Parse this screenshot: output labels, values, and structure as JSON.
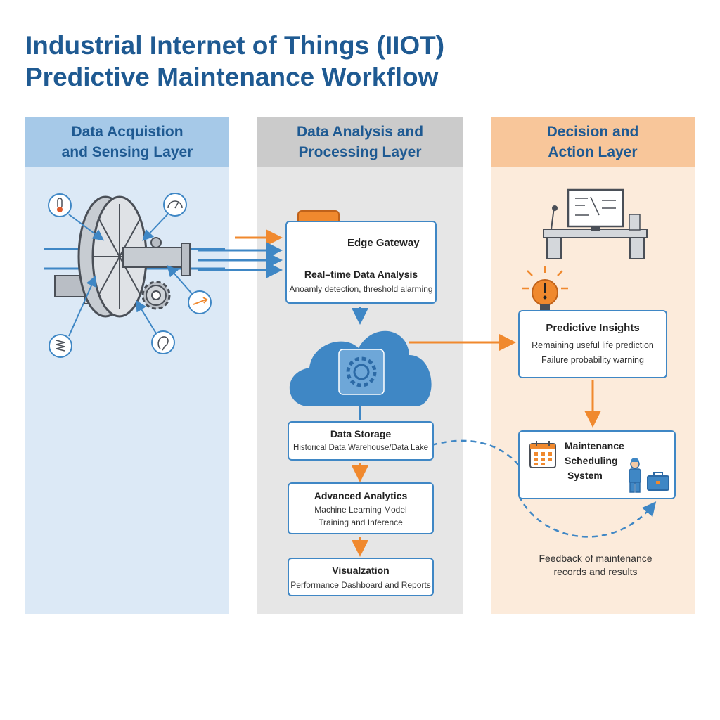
{
  "title": {
    "line1": "Industrial Internet of Things (IIOT)",
    "line2": "Predictive Maintenance Workflow"
  },
  "columns": [
    {
      "line1": "Data Acquistion",
      "line2": "and Sensing Layer"
    },
    {
      "line1": "Data Analysis and",
      "line2": "Processing Layer"
    },
    {
      "line1": "Decision and",
      "line2": "Action Layer"
    }
  ],
  "edge_gateway": {
    "title": "Edge Gateway",
    "subtitle": "Real–time Data Analysis",
    "detail": "Anoamly detection, threshold alarming"
  },
  "data_storage": {
    "title": "Data Storage",
    "detail": "Historical Data Warehouse/Data Lake"
  },
  "advanced_analytics": {
    "title": "Advanced Analytics",
    "detail1": "Machine Learning Model",
    "detail2": "Training and Inference"
  },
  "visualization": {
    "title": "Visualzation",
    "detail": "Performance Dashboard and Reports"
  },
  "predictive_insights": {
    "title": "Predictive Insights",
    "detail1": "Remaining useful life prediction",
    "detail2": "Failure probability warning"
  },
  "maintenance": {
    "line1": "Maintenance",
    "line2": "Scheduling",
    "line3": "System"
  },
  "feedback": {
    "line1": "Feedback of maintenance",
    "line2": "records and results"
  },
  "icons": [
    "thermometer-icon",
    "gauge-icon",
    "vibration-icon",
    "acoustic-sensor-icon",
    "flow-sensor-icon",
    "gear-icon",
    "cloud-icon",
    "computer-workstation-icon",
    "lightbulb-icon",
    "calendar-icon",
    "technician-icon",
    "toolbox-icon"
  ],
  "colors": {
    "title": "#1f5a92",
    "blue": "#3f87c5",
    "orange": "#f0892e"
  }
}
